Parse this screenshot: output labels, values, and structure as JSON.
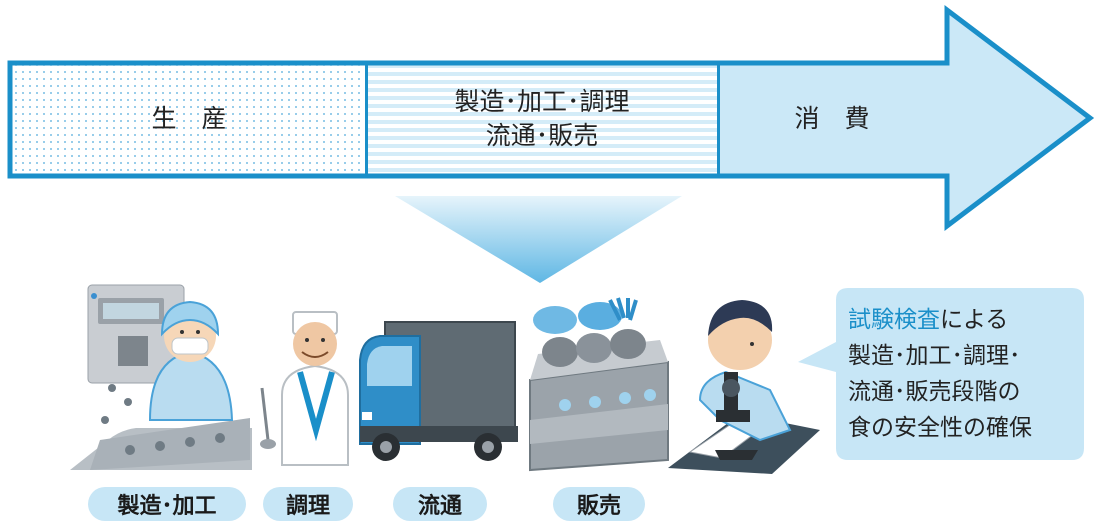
{
  "stages": {
    "production": "生　産",
    "middle_line1": "製造･加工･調理",
    "middle_line2": "流通･販売",
    "consumption": "消　費"
  },
  "bubble": {
    "line1_highlight": "試験検査",
    "line1_rest": "による",
    "line2": "製造･加工･調理･",
    "line3": "流通･販売段階の",
    "line4": "食の安全性の確保"
  },
  "labels": {
    "manufacturing": "製造･加工",
    "cooking": "調理",
    "distribution": "流通",
    "sales": "販売"
  },
  "colors": {
    "accent": "#1a8fc9",
    "light": "#c7e6f6",
    "arrow_fill": "#cbe8f7"
  }
}
